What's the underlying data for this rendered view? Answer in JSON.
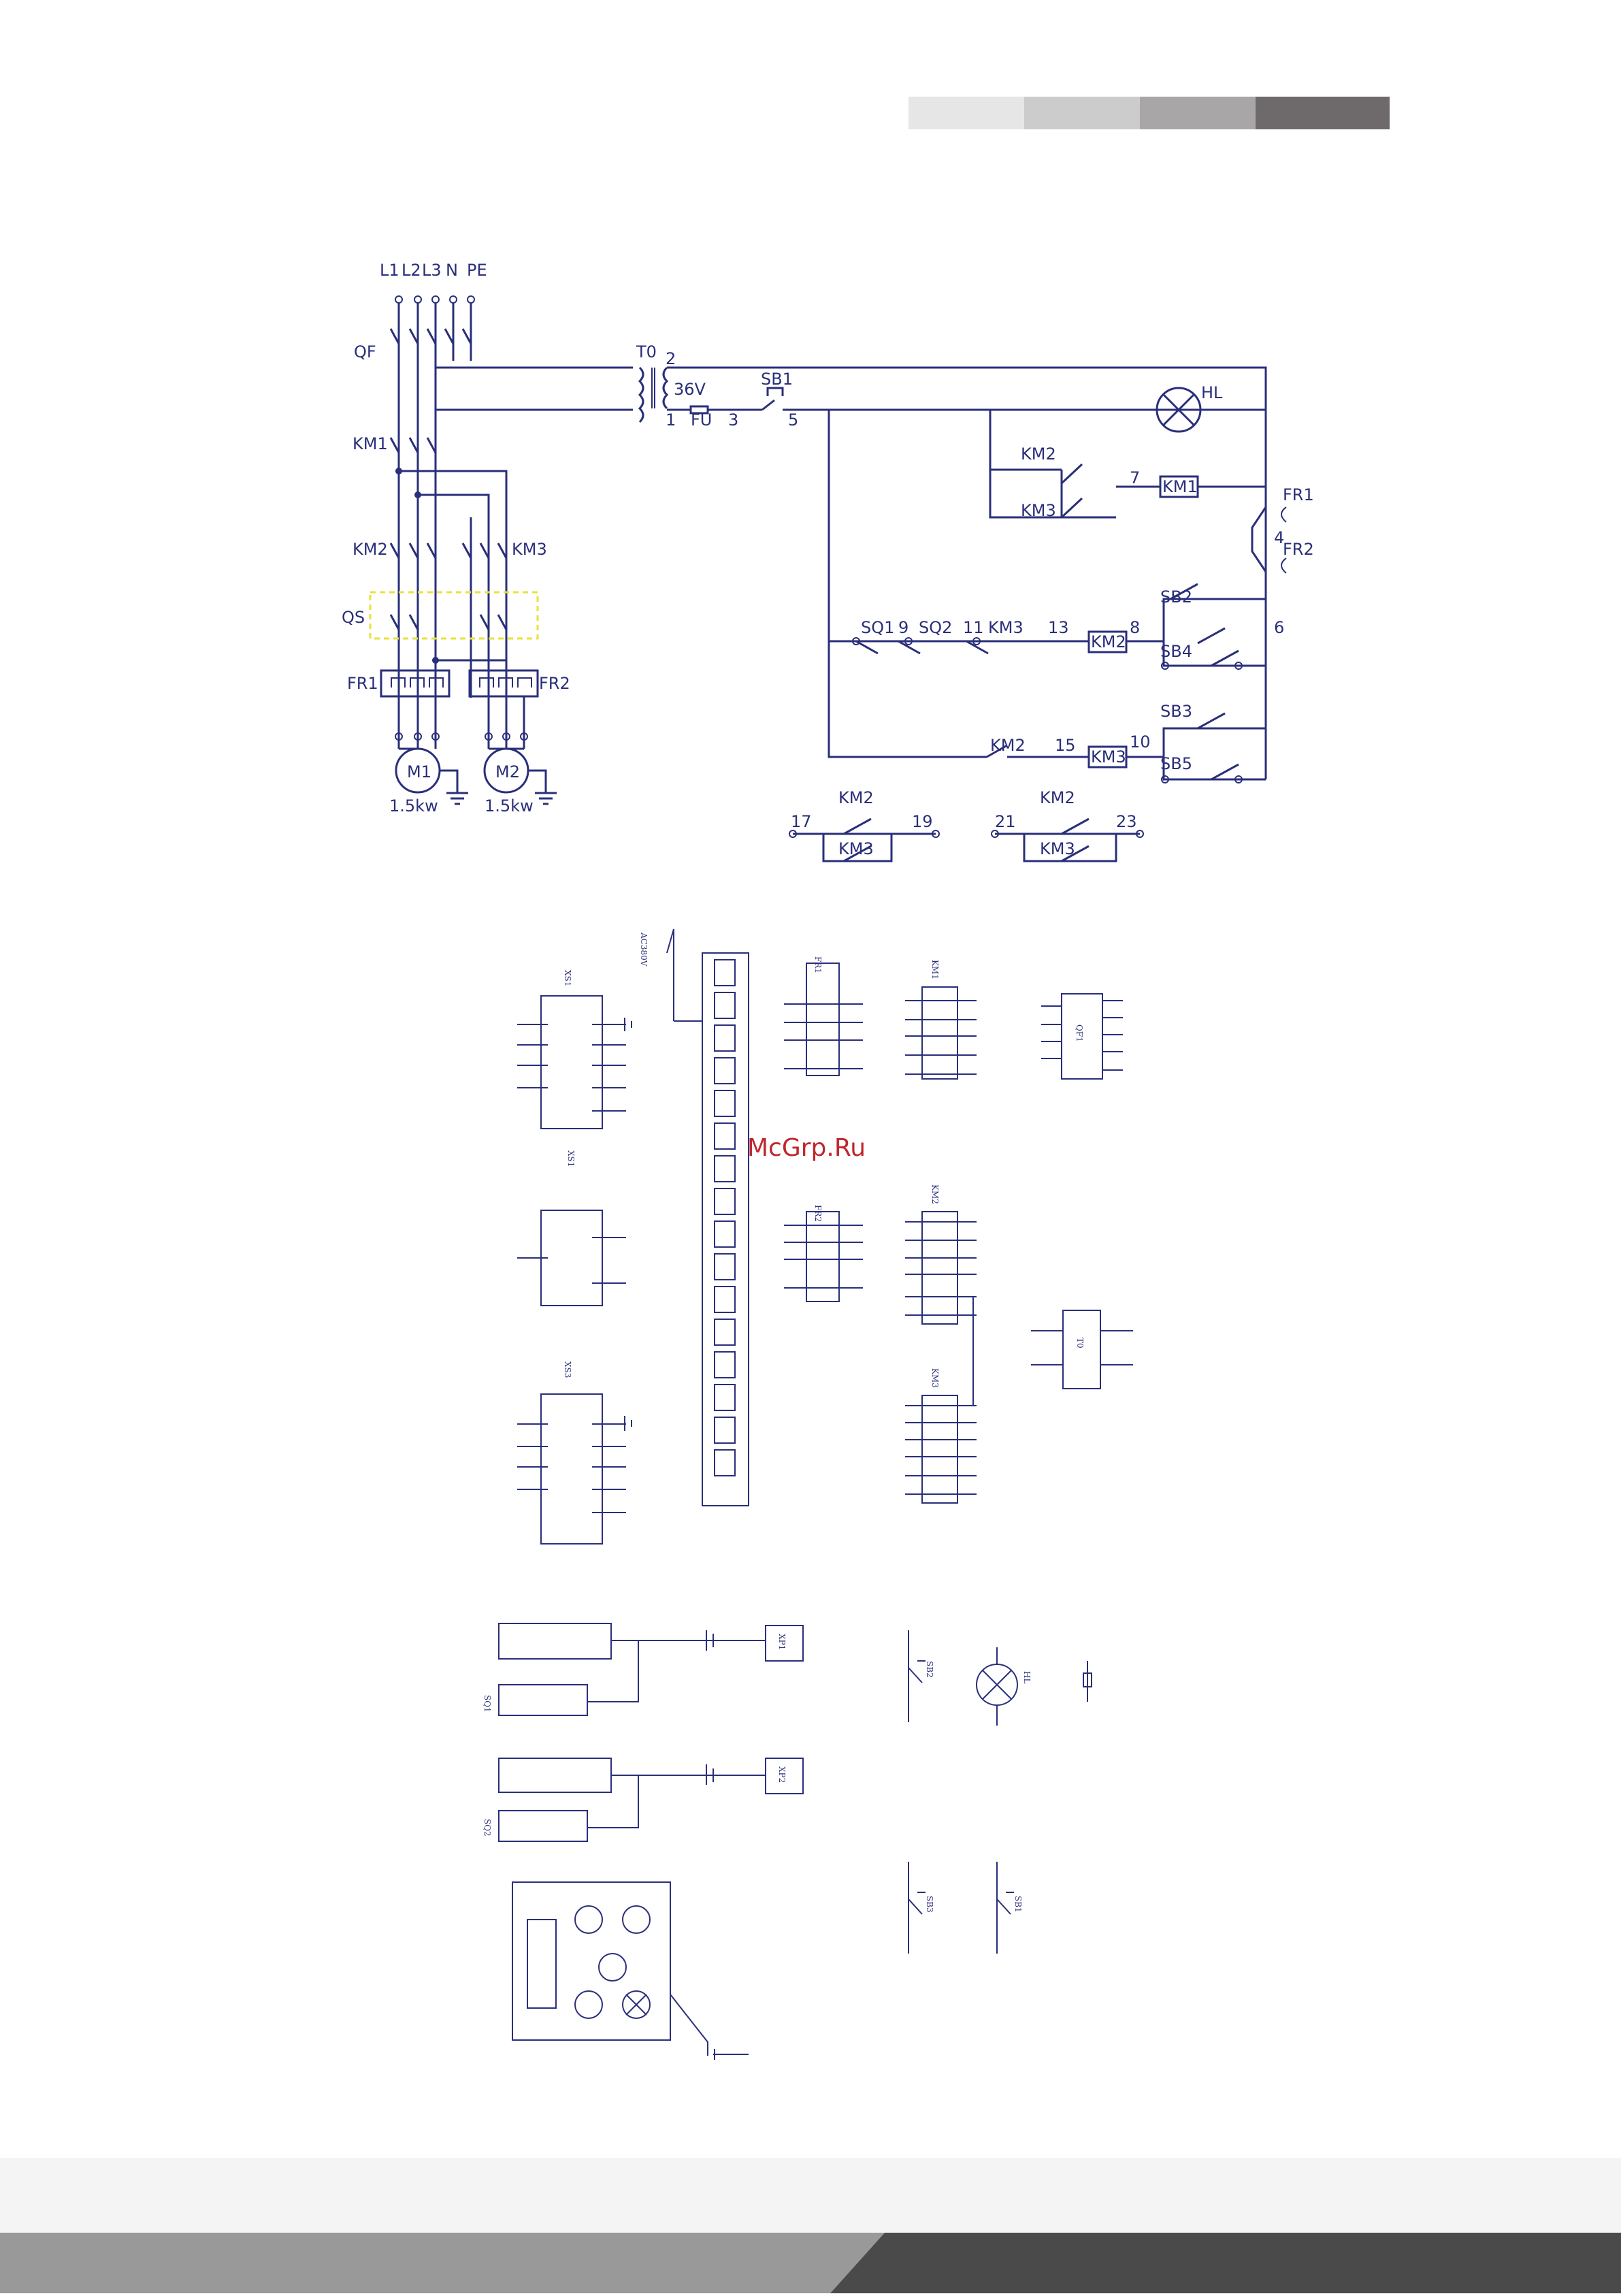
{
  "header_bar_colors": [
    "#e6e6e6",
    "#cccccc",
    "#a8a6a7",
    "#6e6a6b"
  ],
  "watermark": "McGrp.Ru",
  "colors": {
    "ink": "#2a2f7a",
    "watermark": "#c0272d",
    "qs_dashed": "#e8e23a"
  },
  "power": {
    "supply_labels": [
      "L1",
      "L2",
      "L3",
      "N",
      "PE"
    ],
    "qf": "QF",
    "km1": "KM1",
    "km2": "KM2",
    "km3": "KM3",
    "qs": "QS",
    "fr1": "FR1",
    "fr2": "FR2",
    "m1": "M1",
    "m2": "M2",
    "m1_rating": "1.5kw",
    "m2_rating": "1.5kw"
  },
  "control": {
    "t0": "T0",
    "t0_voltage": "36V",
    "sb1": "SB1",
    "fu": "FU",
    "hl": "HL",
    "km2": "KM2",
    "km3": "KM3",
    "km1_coil": "KM1",
    "km2_coil": "KM2",
    "km3_coil": "KM3",
    "fr1": "FR1",
    "fr2": "FR2",
    "sq1": "SQ1",
    "sq2": "SQ2",
    "sb2": "SB2",
    "sb3": "SB3",
    "sb4": "SB4",
    "sb5": "SB5",
    "nodes": {
      "n1": "1",
      "n2": "2",
      "n3": "3",
      "n4": "4",
      "n5": "5",
      "n6": "6",
      "n7": "7",
      "n8": "8",
      "n9": "9",
      "n10": "10",
      "n11": "11",
      "n13": "13",
      "n15": "15",
      "n17": "17",
      "n19": "19",
      "n21": "21",
      "n23": "23"
    }
  },
  "wiring": {
    "xs1": "XS1",
    "xs3": "XS3",
    "terminal_note": "AC380V",
    "fr1": "FR1",
    "fr2": "FR2",
    "km1": "KM1",
    "km2": "KM2",
    "km3": "KM3",
    "qf1": "QF1",
    "t0": "T0",
    "xp1": "XP1",
    "xp2": "XP2",
    "hl": "HL",
    "sq1": "SQ1",
    "sq2": "SQ2",
    "sb1": "SB1",
    "sb2": "SB2",
    "sb3": "SB3"
  }
}
